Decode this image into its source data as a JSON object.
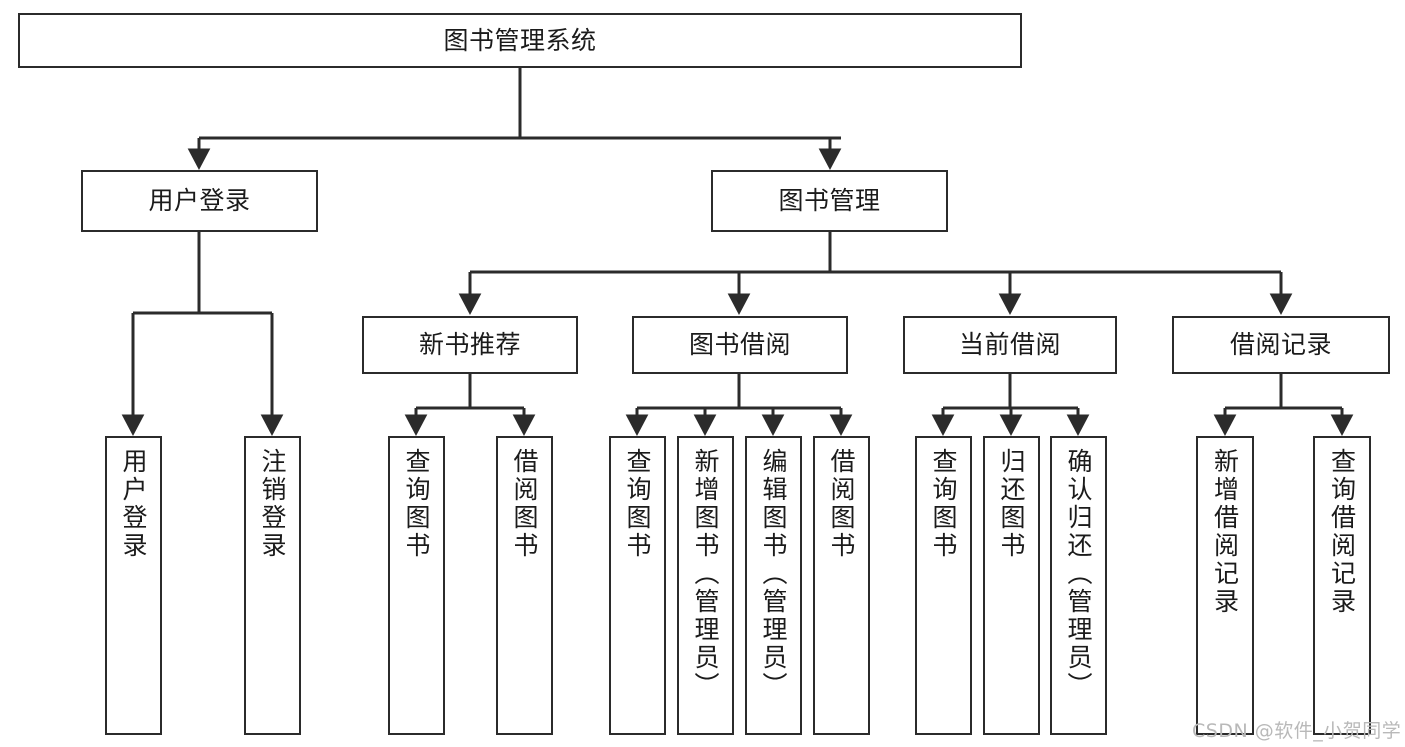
{
  "diagram": {
    "title": "图书管理系统",
    "type": "function-hierarchy-tree",
    "orientation": "top-down",
    "levels": 4,
    "nodes": {
      "root": {
        "label": "图书管理系统"
      },
      "level2": [
        {
          "id": "user-login",
          "label": "用户登录"
        },
        {
          "id": "book-management",
          "label": "图书管理"
        }
      ],
      "level3": [
        {
          "id": "new-book-recommend",
          "label": "新书推荐"
        },
        {
          "id": "book-borrow",
          "label": "图书借阅"
        },
        {
          "id": "current-borrow",
          "label": "当前借阅"
        },
        {
          "id": "borrow-record",
          "label": "借阅记录"
        }
      ],
      "leaves": {
        "user_login": [
          {
            "id": "leaf-user-login",
            "label": "用户登录"
          },
          {
            "id": "leaf-logout-login",
            "label": "注销登录"
          }
        ],
        "new_book_recommend": [
          {
            "id": "leaf-query-book-1",
            "label": "查询图书"
          },
          {
            "id": "leaf-borrow-book-1",
            "label": "借阅图书"
          }
        ],
        "book_borrow": [
          {
            "id": "leaf-query-book-2",
            "label": "查询图书"
          },
          {
            "id": "leaf-add-book",
            "label": "新增图书（管理员）"
          },
          {
            "id": "leaf-edit-book",
            "label": "编辑图书（管理员）"
          },
          {
            "id": "leaf-borrow-book-2",
            "label": "借阅图书"
          }
        ],
        "current_borrow": [
          {
            "id": "leaf-query-book-3",
            "label": "查询图书"
          },
          {
            "id": "leaf-return-book",
            "label": "归还图书"
          },
          {
            "id": "leaf-confirm-return",
            "label": "确认归还（管理员）"
          }
        ],
        "borrow_record": [
          {
            "id": "leaf-add-record",
            "label": "新增借阅记录"
          },
          {
            "id": "leaf-query-record",
            "label": "查询借阅记录"
          }
        ]
      }
    },
    "colors": {
      "background": "#ffffff",
      "node_border": "#2b2b2b",
      "node_fill": "#ffffff",
      "edge": "#2b2b2b",
      "text": "#1b1b1b",
      "watermark": "#b9b9b9"
    }
  },
  "watermark": {
    "text": "CSDN @软件_小贺同学"
  }
}
